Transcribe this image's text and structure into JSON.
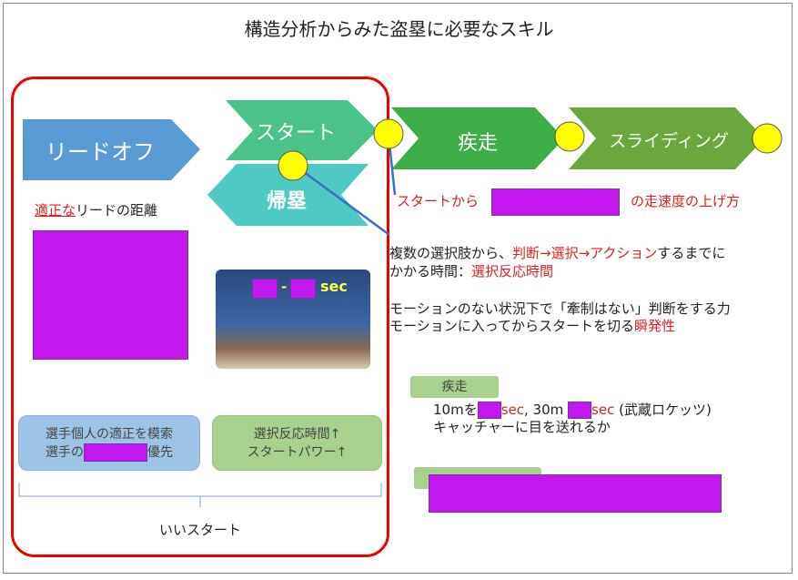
{
  "title": "構造分析からみた盗塁に必要なスキル",
  "stages": {
    "leadoff": "リードオフ",
    "start": "スタート",
    "return": "帰塁",
    "sprint": "疾走",
    "sliding": "スライディング"
  },
  "left": {
    "lead_distance_highlight": "適正な",
    "lead_distance_rest": "リードの距離",
    "photo_sep": "-",
    "photo_unit": "sec",
    "box_blue": {
      "line1": "選手個人の適正を模索",
      "line2_a": "選手の",
      "line2_b": "優先"
    },
    "box_green": {
      "line1": "選択反応時間↑",
      "line2": "スタートパワー↑"
    },
    "brace_label": "いいスタート"
  },
  "right": {
    "speed_a": "スタートから",
    "speed_b": "の走速度の上げ方",
    "p1_a": "複数の選択肢から、",
    "p1_b": "判断→選択→アクション",
    "p1_c": "するまでに",
    "p2_a": "かかる時間：",
    "p2_b": "選択反応時間",
    "p3": "モーションのない状況下で「牽制はない」判断をする力",
    "p4_a": "モーションに入ってからスタートを切る",
    "p4_b": "瞬発性",
    "sprint_label": "疾走",
    "sprint_a": "10mを",
    "sprint_unit1": "sec",
    "sprint_b": ", 30m",
    "sprint_unit2": "sec",
    "sprint_c": " (武蔵ロケッツ)",
    "sprint_line2": "キャッチャーに目を送れるか"
  },
  "colors": {
    "leadoff": "#5b9bd5",
    "start": "#4cc38a",
    "return": "#4fc9c4",
    "sprint": "#3fae49",
    "sliding": "#6aa83e",
    "marker": "#ffff00",
    "redaction": "#c218ef",
    "accent_red": "#e02020"
  }
}
